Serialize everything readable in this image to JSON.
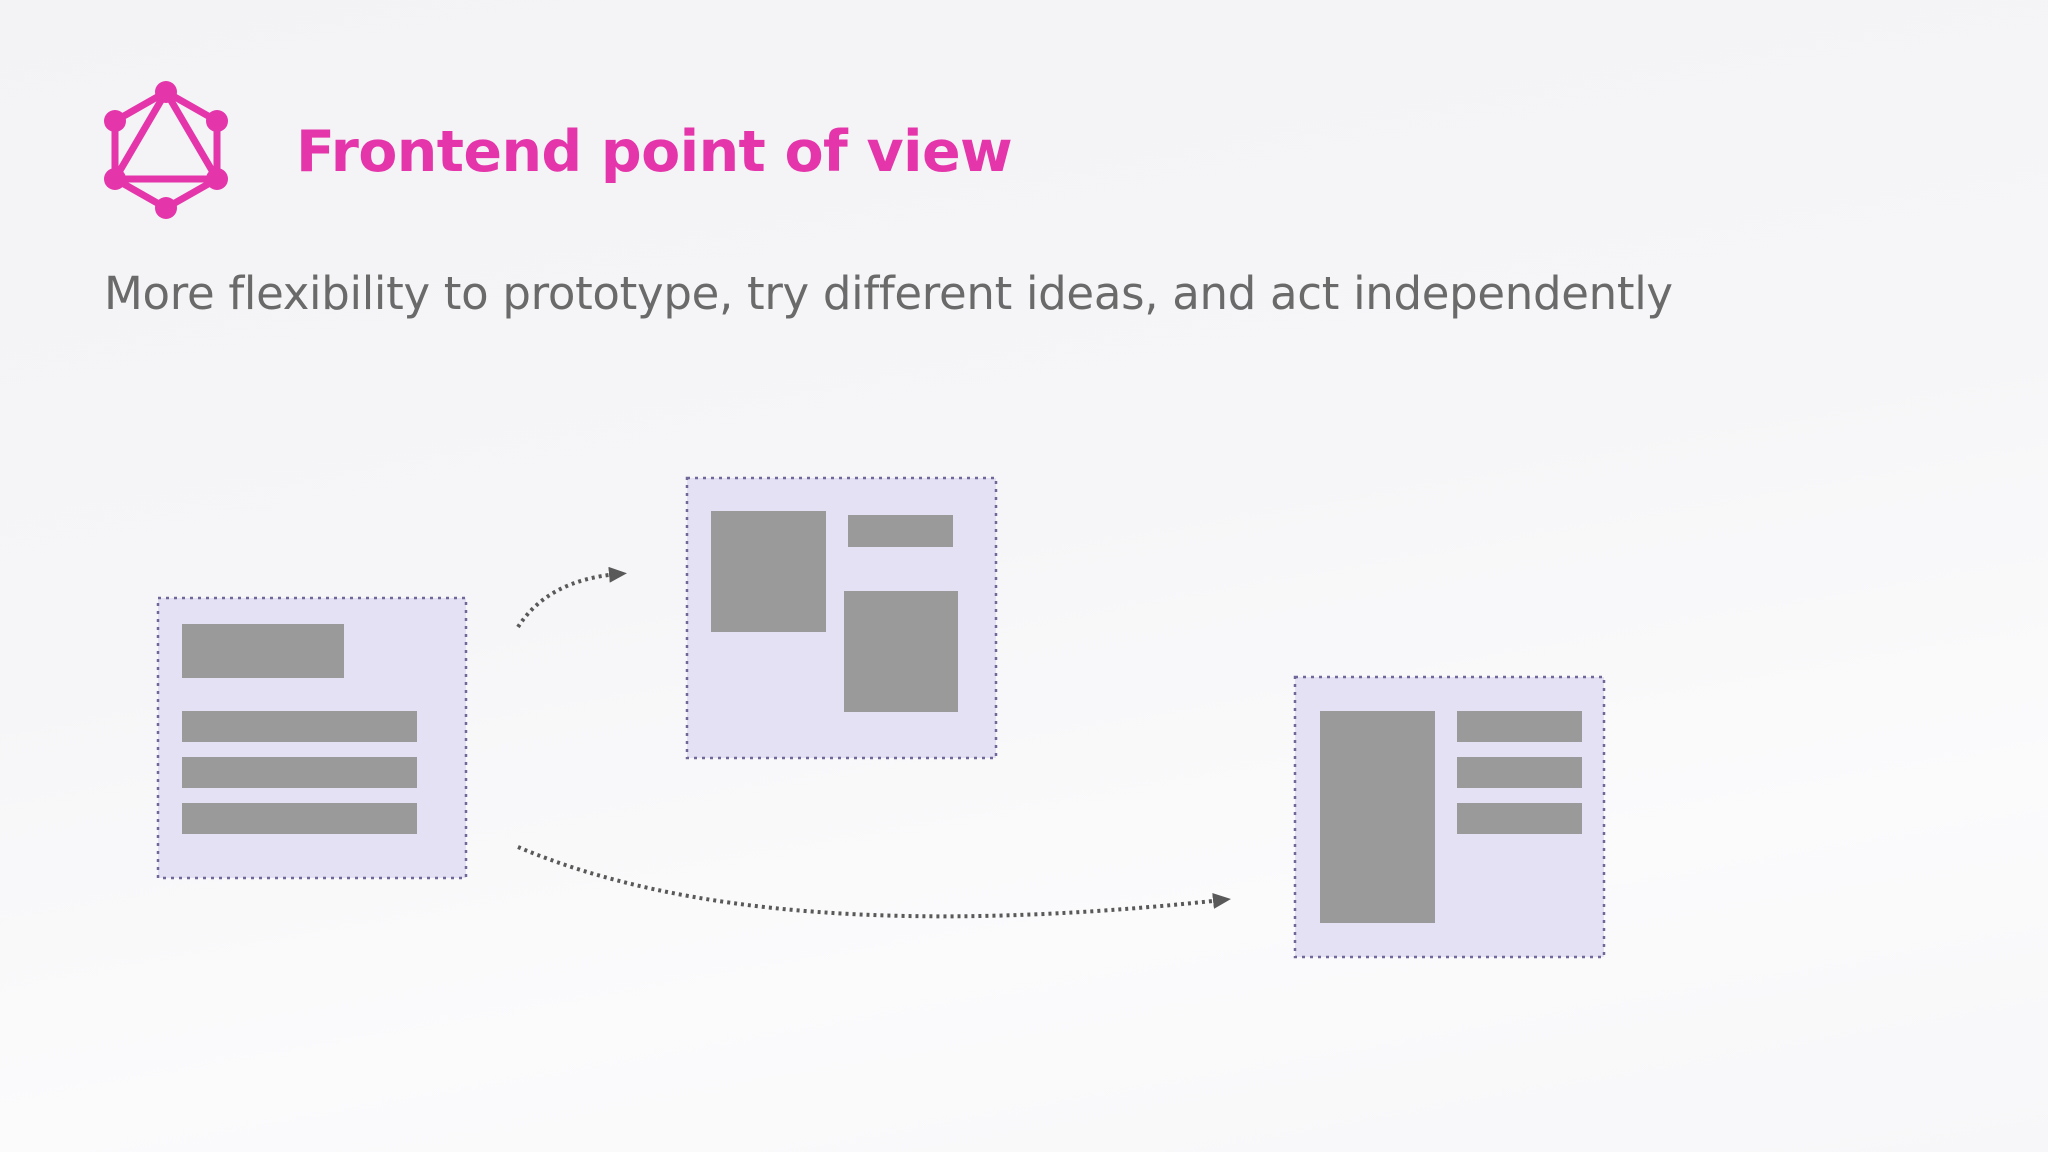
{
  "slide": {
    "title": "Frontend point of view",
    "subtitle": "More flexibility to prototype, try different ideas, and act independently"
  },
  "logo": {
    "icon": "graphql-logo-icon",
    "color": "#e535ab"
  },
  "diagram": {
    "frame_fill": "#e3e1f3",
    "frame_border": "#6f6898",
    "block_fill": "#9a9a9a",
    "arrow_color": "#595959",
    "panels": [
      "source-layout",
      "alternative-layout-a",
      "alternative-layout-b"
    ]
  }
}
